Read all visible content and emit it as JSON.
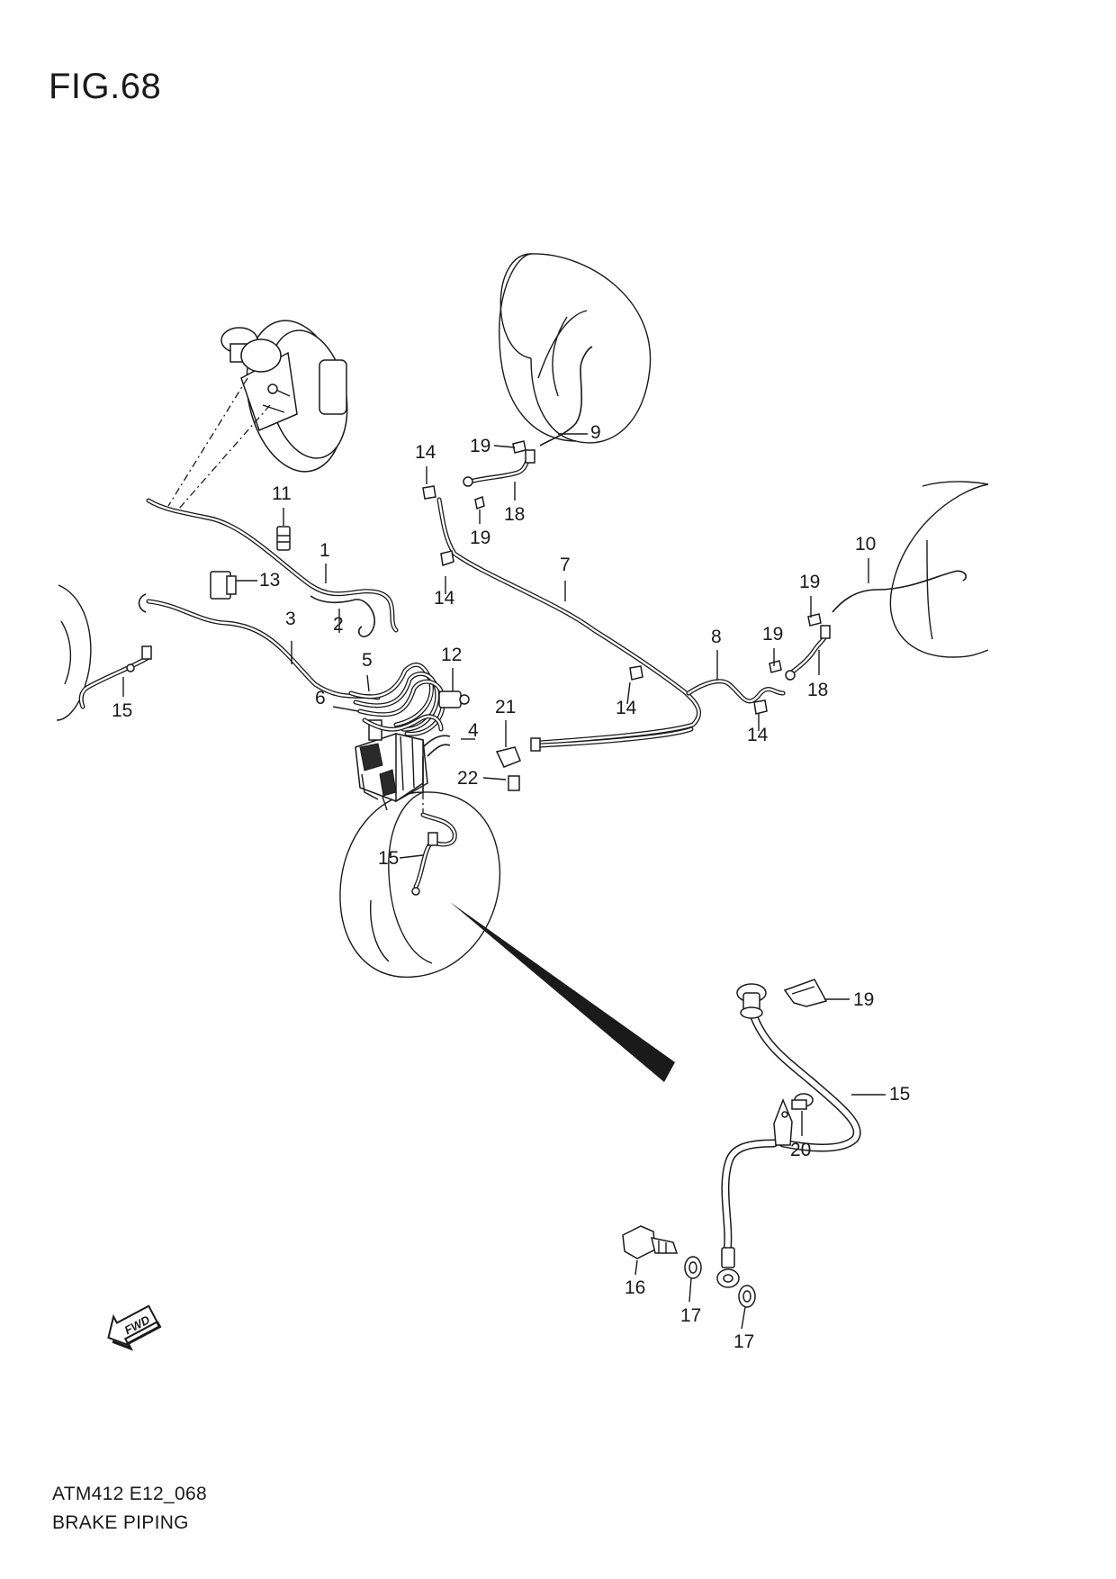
{
  "figure": {
    "title": "FIG.68"
  },
  "footer": {
    "code": "ATM412 E12_068",
    "name": "BRAKE PIPING"
  },
  "fwd_badge": "FWD",
  "callouts": [
    {
      "id": "c1",
      "label": "1"
    },
    {
      "id": "c2",
      "label": "2"
    },
    {
      "id": "c3",
      "label": "3"
    },
    {
      "id": "c4",
      "label": "4"
    },
    {
      "id": "c5",
      "label": "5"
    },
    {
      "id": "c6",
      "label": "6"
    },
    {
      "id": "c7",
      "label": "7"
    },
    {
      "id": "c8",
      "label": "8"
    },
    {
      "id": "c9",
      "label": "9"
    },
    {
      "id": "c10",
      "label": "10"
    },
    {
      "id": "c11",
      "label": "11"
    },
    {
      "id": "c12",
      "label": "12"
    },
    {
      "id": "c13",
      "label": "13"
    },
    {
      "id": "c14a",
      "label": "14"
    },
    {
      "id": "c14b",
      "label": "14"
    },
    {
      "id": "c14c",
      "label": "14"
    },
    {
      "id": "c14d",
      "label": "14"
    },
    {
      "id": "c15a",
      "label": "15"
    },
    {
      "id": "c15b",
      "label": "15"
    },
    {
      "id": "c15c",
      "label": "15"
    },
    {
      "id": "c16",
      "label": "16"
    },
    {
      "id": "c17a",
      "label": "17"
    },
    {
      "id": "c17b",
      "label": "17"
    },
    {
      "id": "c18a",
      "label": "18"
    },
    {
      "id": "c18b",
      "label": "18"
    },
    {
      "id": "c19a",
      "label": "19"
    },
    {
      "id": "c19b",
      "label": "19"
    },
    {
      "id": "c19c",
      "label": "19"
    },
    {
      "id": "c19d",
      "label": "19"
    },
    {
      "id": "c19e",
      "label": "19"
    },
    {
      "id": "c20",
      "label": "20"
    },
    {
      "id": "c21",
      "label": "21"
    },
    {
      "id": "c22",
      "label": "22"
    }
  ]
}
